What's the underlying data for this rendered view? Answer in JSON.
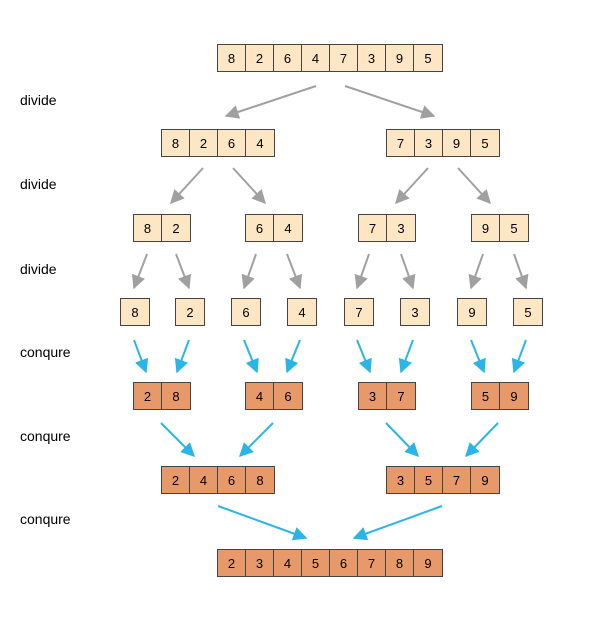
{
  "labels": {
    "divide1": "divide",
    "divide2": "divide",
    "divide3": "divide",
    "conqure1": "conqure",
    "conqure2": "conqure",
    "conqure3": "conqure"
  },
  "arrays": {
    "root": [
      "8",
      "2",
      "6",
      "4",
      "7",
      "3",
      "9",
      "5"
    ],
    "l1_left": [
      "8",
      "2",
      "6",
      "4"
    ],
    "l1_right": [
      "7",
      "3",
      "9",
      "5"
    ],
    "l2_a": [
      "8",
      "2"
    ],
    "l2_b": [
      "6",
      "4"
    ],
    "l2_c": [
      "7",
      "3"
    ],
    "l2_d": [
      "9",
      "5"
    ],
    "l3_1": [
      "8"
    ],
    "l3_2": [
      "2"
    ],
    "l3_3": [
      "6"
    ],
    "l3_4": [
      "4"
    ],
    "l3_5": [
      "7"
    ],
    "l3_6": [
      "3"
    ],
    "l3_7": [
      "9"
    ],
    "l3_8": [
      "5"
    ],
    "m1_a": [
      "2",
      "8"
    ],
    "m1_b": [
      "4",
      "6"
    ],
    "m1_c": [
      "3",
      "7"
    ],
    "m1_d": [
      "5",
      "9"
    ],
    "m2_left": [
      "2",
      "4",
      "6",
      "8"
    ],
    "m2_right": [
      "3",
      "5",
      "7",
      "9"
    ],
    "final": [
      "2",
      "3",
      "4",
      "5",
      "6",
      "7",
      "8",
      "9"
    ]
  },
  "colors": {
    "divide_cell": "#fde6c4",
    "conquer_cell": "#e8996a",
    "divide_arrow": "#a0a0a0",
    "conquer_arrow": "#29b6e6"
  }
}
